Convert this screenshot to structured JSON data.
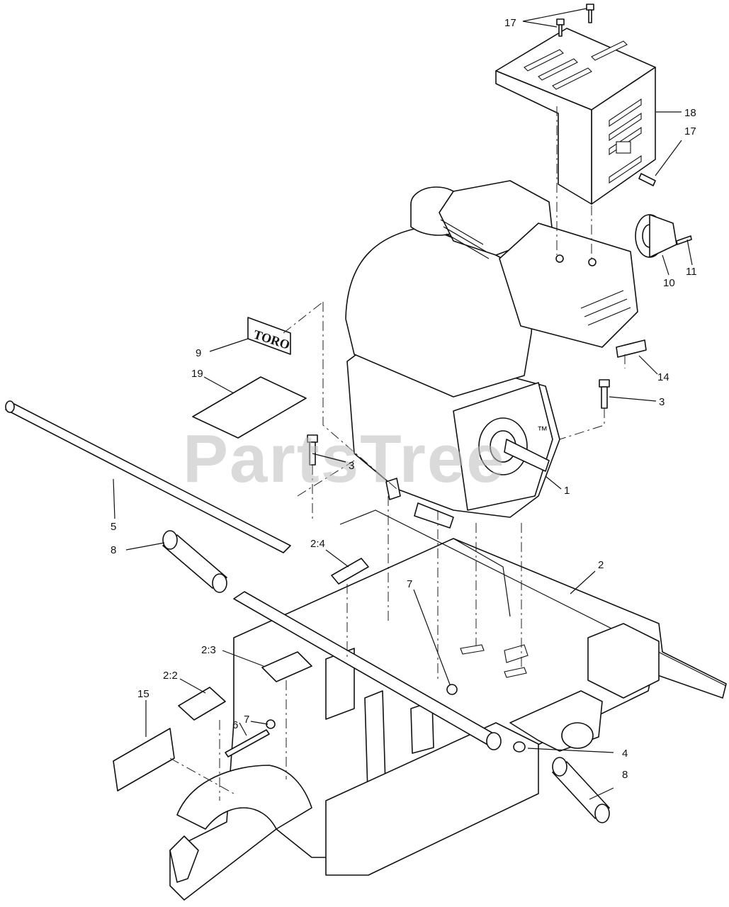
{
  "watermark": {
    "text": "PartsTree",
    "trademark": "™"
  },
  "decal_logo_text": "TORO",
  "callouts": [
    {
      "id": "c17a",
      "label": "17"
    },
    {
      "id": "c18",
      "label": "18"
    },
    {
      "id": "c17b",
      "label": "17"
    },
    {
      "id": "c11",
      "label": "11"
    },
    {
      "id": "c10",
      "label": "10"
    },
    {
      "id": "c9",
      "label": "9"
    },
    {
      "id": "c14",
      "label": "14"
    },
    {
      "id": "c19",
      "label": "19"
    },
    {
      "id": "c3a",
      "label": "3"
    },
    {
      "id": "c3b",
      "label": "3"
    },
    {
      "id": "c1",
      "label": "1"
    },
    {
      "id": "c5",
      "label": "5"
    },
    {
      "id": "c8a",
      "label": "8"
    },
    {
      "id": "c24",
      "label": "2:4"
    },
    {
      "id": "c2",
      "label": "2"
    },
    {
      "id": "c7a",
      "label": "7"
    },
    {
      "id": "c23",
      "label": "2:3"
    },
    {
      "id": "c22",
      "label": "2:2"
    },
    {
      "id": "c15",
      "label": "15"
    },
    {
      "id": "c7b",
      "label": "7"
    },
    {
      "id": "c6",
      "label": "6"
    },
    {
      "id": "c4",
      "label": "4"
    },
    {
      "id": "c8b",
      "label": "8"
    }
  ]
}
